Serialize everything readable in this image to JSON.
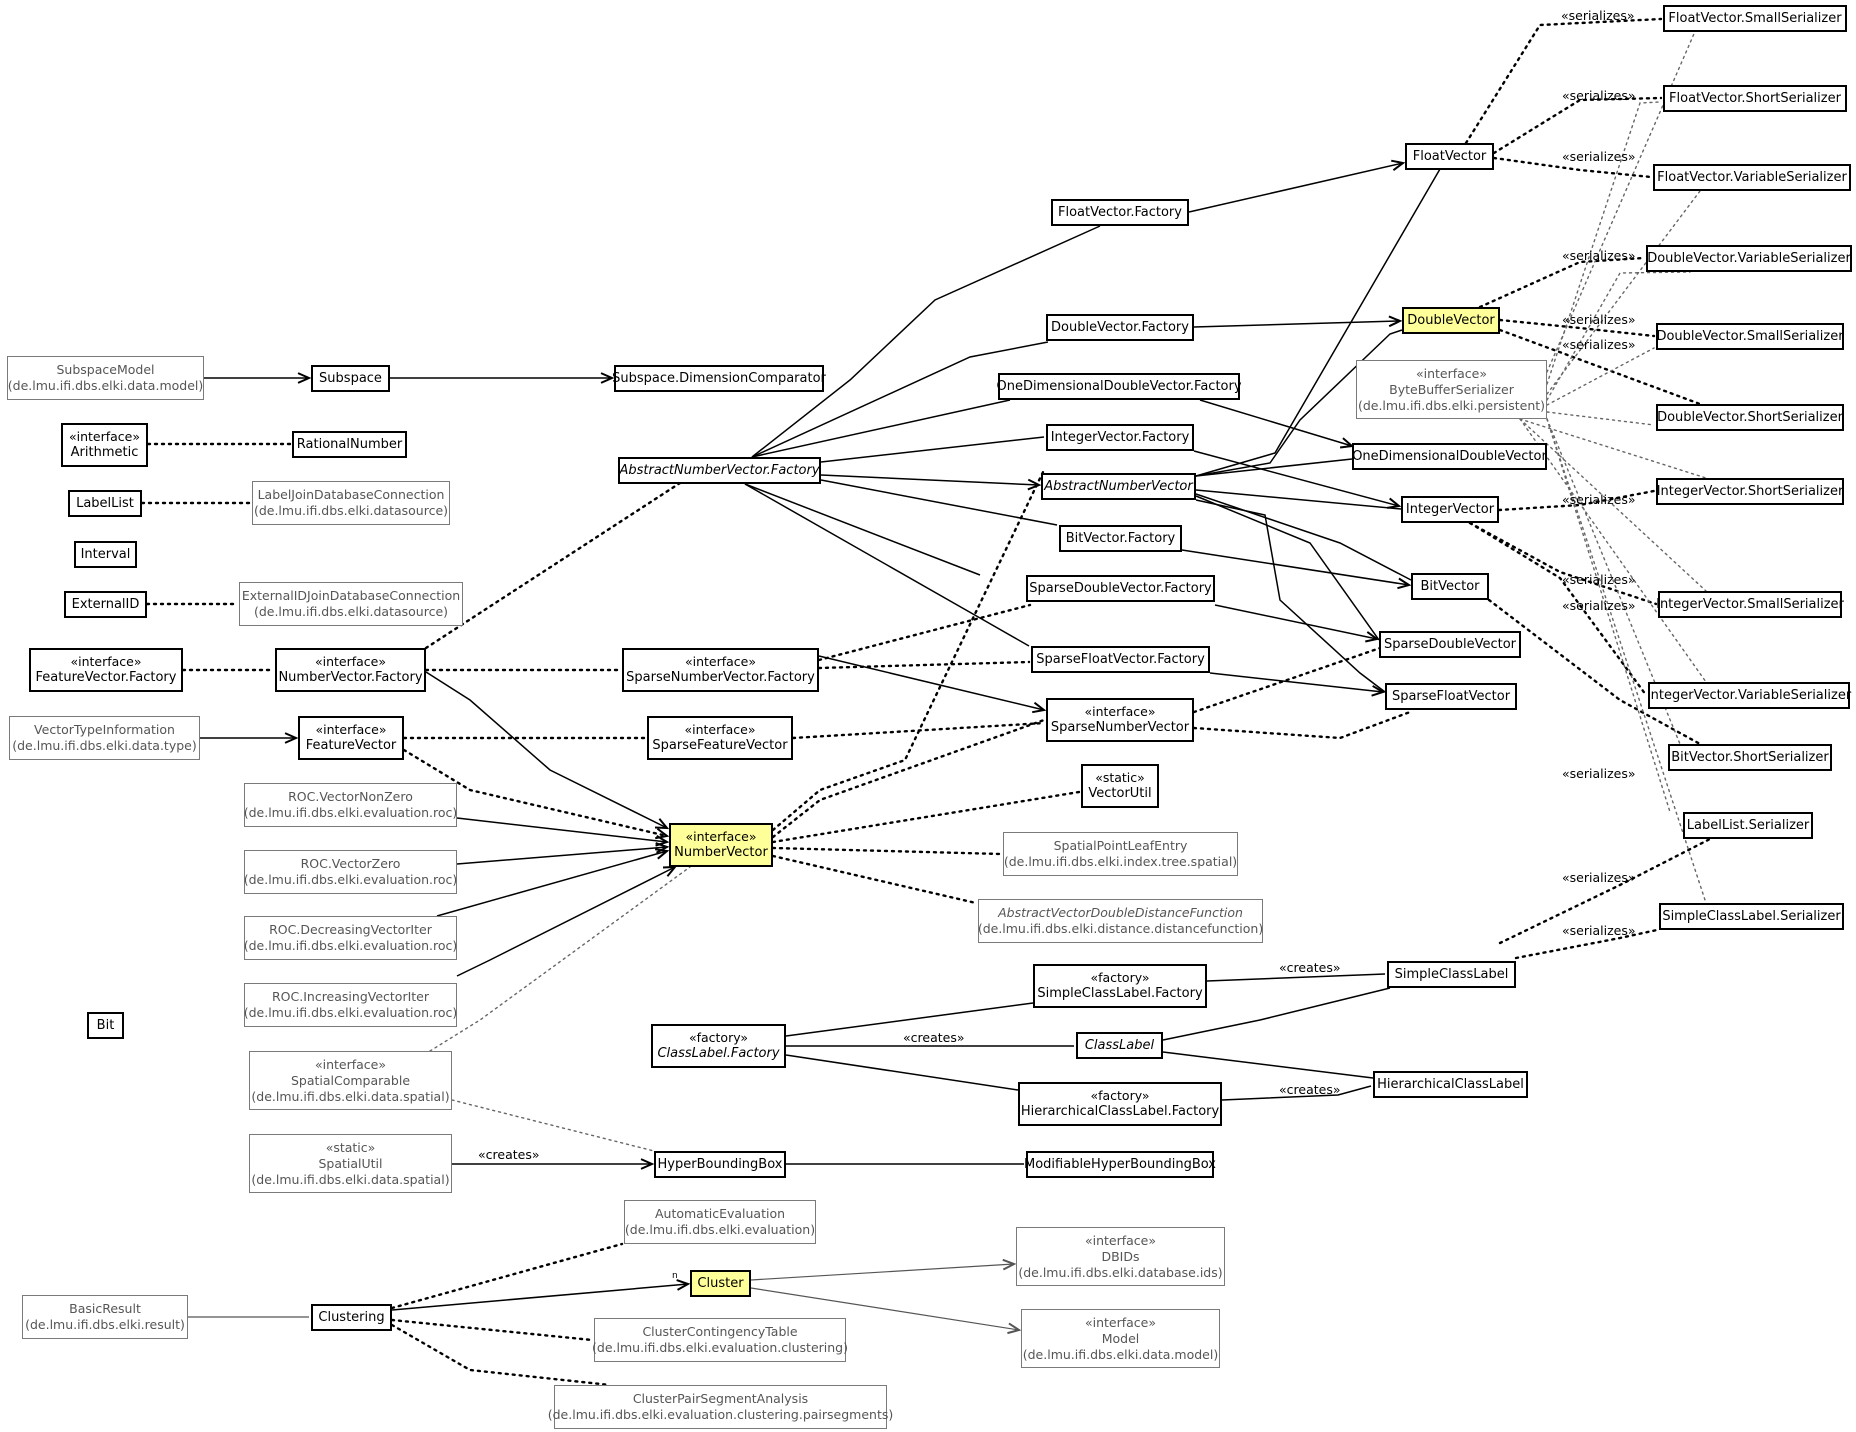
{
  "diagram": {
    "colors": {
      "highlight": "#ffff99",
      "line": "#000000",
      "external": "#7a7a7a"
    },
    "nodes": [
      {
        "id": "SubspaceModel",
        "lines": [
          "SubspaceModel",
          "(de.lmu.ifi.dbs.elki.data.model)"
        ],
        "ext": true
      },
      {
        "id": "Subspace",
        "lines": [
          "Subspace"
        ]
      },
      {
        "id": "SubspaceDimComp",
        "lines": [
          "Subspace.DimensionComparator"
        ]
      },
      {
        "id": "Arithmetic",
        "lines": [
          "«interface»",
          "Arithmetic"
        ]
      },
      {
        "id": "RationalNumber",
        "lines": [
          "RationalNumber"
        ]
      },
      {
        "id": "LabelList",
        "lines": [
          "LabelList"
        ]
      },
      {
        "id": "LabelJoinDBConn",
        "lines": [
          "LabelJoinDatabaseConnection",
          "(de.lmu.ifi.dbs.elki.datasource)"
        ],
        "ext": true
      },
      {
        "id": "Interval",
        "lines": [
          "Interval"
        ]
      },
      {
        "id": "ExternalID",
        "lines": [
          "ExternalID"
        ]
      },
      {
        "id": "ExternalIDJoinDBConn",
        "lines": [
          "ExternalIDJoinDatabaseConnection",
          "(de.lmu.ifi.dbs.elki.datasource)"
        ],
        "ext": true
      },
      {
        "id": "FeatureVectorFactory",
        "lines": [
          "«interface»",
          "FeatureVector.Factory"
        ]
      },
      {
        "id": "NumberVectorFactory",
        "lines": [
          "«interface»",
          "NumberVector.Factory"
        ]
      },
      {
        "id": "SparseNumberVectorFactory",
        "lines": [
          "«interface»",
          "SparseNumberVector.Factory"
        ]
      },
      {
        "id": "VectorTypeInformation",
        "lines": [
          "VectorTypeInformation",
          "(de.lmu.ifi.dbs.elki.data.type)"
        ],
        "ext": true
      },
      {
        "id": "FeatureVector",
        "lines": [
          "«interface»",
          "FeatureVector"
        ]
      },
      {
        "id": "SparseFeatureVector",
        "lines": [
          "«interface»",
          "SparseFeatureVector"
        ]
      },
      {
        "id": "ROCVectorNonZero",
        "lines": [
          "ROC.VectorNonZero",
          "(de.lmu.ifi.dbs.elki.evaluation.roc)"
        ],
        "ext": true
      },
      {
        "id": "ROCVectorZero",
        "lines": [
          "ROC.VectorZero",
          "(de.lmu.ifi.dbs.elki.evaluation.roc)"
        ],
        "ext": true
      },
      {
        "id": "ROCDecreasingVectorIter",
        "lines": [
          "ROC.DecreasingVectorIter",
          "(de.lmu.ifi.dbs.elki.evaluation.roc)"
        ],
        "ext": true
      },
      {
        "id": "ROCIncreasingVectorIter",
        "lines": [
          "ROC.IncreasingVectorIter",
          "(de.lmu.ifi.dbs.elki.evaluation.roc)"
        ],
        "ext": true
      },
      {
        "id": "Bit",
        "lines": [
          "Bit"
        ]
      },
      {
        "id": "SpatialComparable",
        "lines": [
          "«interface»",
          "SpatialComparable",
          "(de.lmu.ifi.dbs.elki.data.spatial)"
        ],
        "ext": true
      },
      {
        "id": "SpatialUtil",
        "lines": [
          "«static»",
          "SpatialUtil",
          "(de.lmu.ifi.dbs.elki.data.spatial)"
        ],
        "ext": true
      },
      {
        "id": "NumberVector",
        "lines": [
          "«interface»",
          "NumberVector"
        ],
        "hl": true
      },
      {
        "id": "AbstractNumberVectorFactory",
        "lines": [
          "AbstractNumberVector.Factory"
        ],
        "italic": true
      },
      {
        "id": "FloatVectorFactory",
        "lines": [
          "FloatVector.Factory"
        ]
      },
      {
        "id": "DoubleVectorFactory",
        "lines": [
          "DoubleVector.Factory"
        ]
      },
      {
        "id": "OneDimDoubleVectorFactory",
        "lines": [
          "OneDimensionalDoubleVector.Factory"
        ]
      },
      {
        "id": "IntegerVectorFactory",
        "lines": [
          "IntegerVector.Factory"
        ]
      },
      {
        "id": "AbstractNumberVector",
        "lines": [
          "AbstractNumberVector"
        ],
        "italic": true
      },
      {
        "id": "BitVectorFactory",
        "lines": [
          "BitVector.Factory"
        ]
      },
      {
        "id": "SparseDoubleVectorFactory",
        "lines": [
          "SparseDoubleVector.Factory"
        ]
      },
      {
        "id": "SparseFloatVectorFactory",
        "lines": [
          "SparseFloatVector.Factory"
        ]
      },
      {
        "id": "SparseNumberVector",
        "lines": [
          "«interface»",
          "SparseNumberVector"
        ]
      },
      {
        "id": "VectorUtil",
        "lines": [
          "«static»",
          "VectorUtil"
        ]
      },
      {
        "id": "SpatialPointLeafEntry",
        "lines": [
          "SpatialPointLeafEntry",
          "(de.lmu.ifi.dbs.elki.index.tree.spatial)"
        ],
        "ext": true
      },
      {
        "id": "AbstractVectorDDF",
        "lines": [
          "AbstractVectorDoubleDistanceFunction",
          "(de.lmu.ifi.dbs.elki.distance.distancefunction)"
        ],
        "ext": true,
        "italic": true
      },
      {
        "id": "FloatVector",
        "lines": [
          "FloatVector"
        ]
      },
      {
        "id": "DoubleVector",
        "lines": [
          "DoubleVector"
        ],
        "hl": true
      },
      {
        "id": "ByteBufferSerializer",
        "lines": [
          "«interface»",
          "ByteBufferSerializer",
          "(de.lmu.ifi.dbs.elki.persistent)"
        ],
        "ext": true
      },
      {
        "id": "OneDimDoubleVector",
        "lines": [
          "OneDimensionalDoubleVector"
        ]
      },
      {
        "id": "IntegerVector",
        "lines": [
          "IntegerVector"
        ]
      },
      {
        "id": "BitVector",
        "lines": [
          "BitVector"
        ]
      },
      {
        "id": "SparseDoubleVector",
        "lines": [
          "SparseDoubleVector"
        ]
      },
      {
        "id": "SparseFloatVector",
        "lines": [
          "SparseFloatVector"
        ]
      },
      {
        "id": "FVSmallSer",
        "lines": [
          "FloatVector.SmallSerializer"
        ]
      },
      {
        "id": "FVShortSer",
        "lines": [
          "FloatVector.ShortSerializer"
        ]
      },
      {
        "id": "FVVarSer",
        "lines": [
          "FloatVector.VariableSerializer"
        ]
      },
      {
        "id": "DVVarSer",
        "lines": [
          "DoubleVector.VariableSerializer"
        ]
      },
      {
        "id": "DVSmallSer",
        "lines": [
          "DoubleVector.SmallSerializer"
        ]
      },
      {
        "id": "DVShortSer",
        "lines": [
          "DoubleVector.ShortSerializer"
        ]
      },
      {
        "id": "IVShortSer",
        "lines": [
          "IntegerVector.ShortSerializer"
        ]
      },
      {
        "id": "IVSmallSer",
        "lines": [
          "IntegerVector.SmallSerializer"
        ]
      },
      {
        "id": "IVVarSer",
        "lines": [
          "IntegerVector.VariableSerializer"
        ]
      },
      {
        "id": "BVShortSer",
        "lines": [
          "BitVector.ShortSerializer"
        ]
      },
      {
        "id": "LabelListSer",
        "lines": [
          "LabelList.Serializer"
        ]
      },
      {
        "id": "SCLSer",
        "lines": [
          "SimpleClassLabel.Serializer"
        ]
      },
      {
        "id": "SimpleClassLabel",
        "lines": [
          "SimpleClassLabel"
        ]
      },
      {
        "id": "SimpleClassLabelFactory",
        "lines": [
          "«factory»",
          "SimpleClassLabel.Factory"
        ]
      },
      {
        "id": "ClassLabelFactory",
        "lines": [
          "«factory»",
          "ClassLabel.Factory"
        ],
        "italic": true
      },
      {
        "id": "ClassLabel",
        "lines": [
          "ClassLabel"
        ],
        "italic": true
      },
      {
        "id": "HierarchicalClassLabel",
        "lines": [
          "HierarchicalClassLabel"
        ]
      },
      {
        "id": "HierarchicalClassLabelFactory",
        "lines": [
          "«factory»",
          "HierarchicalClassLabel.Factory"
        ]
      },
      {
        "id": "HyperBoundingBox",
        "lines": [
          "HyperBoundingBox"
        ]
      },
      {
        "id": "ModifiableHyperBoundingBox",
        "lines": [
          "ModifiableHyperBoundingBox"
        ]
      },
      {
        "id": "AutomaticEvaluation",
        "lines": [
          "AutomaticEvaluation",
          "(de.lmu.ifi.dbs.elki.evaluation)"
        ],
        "ext": true
      },
      {
        "id": "DBIDs",
        "lines": [
          "«interface»",
          "DBIDs",
          "(de.lmu.ifi.dbs.elki.database.ids)"
        ],
        "ext": true
      },
      {
        "id": "BasicResult",
        "lines": [
          "BasicResult",
          "(de.lmu.ifi.dbs.elki.result)"
        ],
        "ext": true
      },
      {
        "id": "Clustering",
        "lines": [
          "Clustering"
        ]
      },
      {
        "id": "Cluster",
        "lines": [
          "Cluster"
        ],
        "hl": true
      },
      {
        "id": "Model",
        "lines": [
          "«interface»",
          "Model",
          "(de.lmu.ifi.dbs.elki.data.model)"
        ],
        "ext": true
      },
      {
        "id": "ClusterContingencyTable",
        "lines": [
          "ClusterContingencyTable",
          "(de.lmu.ifi.dbs.elki.evaluation.clustering)"
        ],
        "ext": true
      },
      {
        "id": "ClusterPairSegmentAnalysis",
        "lines": [
          "ClusterPairSegmentAnalysis",
          "(de.lmu.ifi.dbs.elki.evaluation.clustering.pairsegments)"
        ],
        "ext": true
      }
    ],
    "edge_labels": {
      "serializes": "«serializes»",
      "creates": "«creates»",
      "multiplicity": "n"
    }
  }
}
